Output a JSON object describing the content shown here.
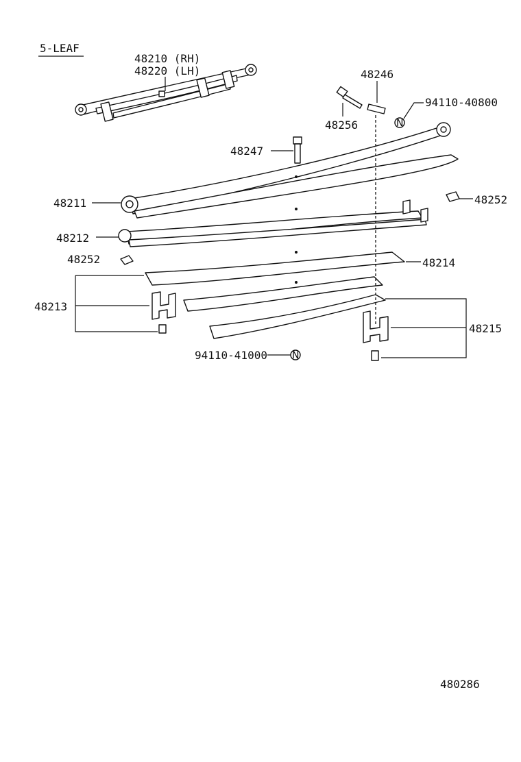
{
  "header": {
    "leaf_count": "5-LEAF"
  },
  "labels": {
    "assy_rh": "48210 (RH)",
    "assy_lh": "48220 (LH)",
    "p48246": "48246",
    "p48256": "48256",
    "p94110_40800": "94110-40800",
    "p48247": "48247",
    "p48211": "48211",
    "p48252_right": "48252",
    "p48212": "48212",
    "p48252_left": "48252",
    "p48214": "48214",
    "p48213": "48213",
    "p48215": "48215",
    "p94110_41000": "94110-41000"
  },
  "badges": {
    "n_symbol": "N"
  },
  "footer": {
    "diagram_number": "480286"
  }
}
